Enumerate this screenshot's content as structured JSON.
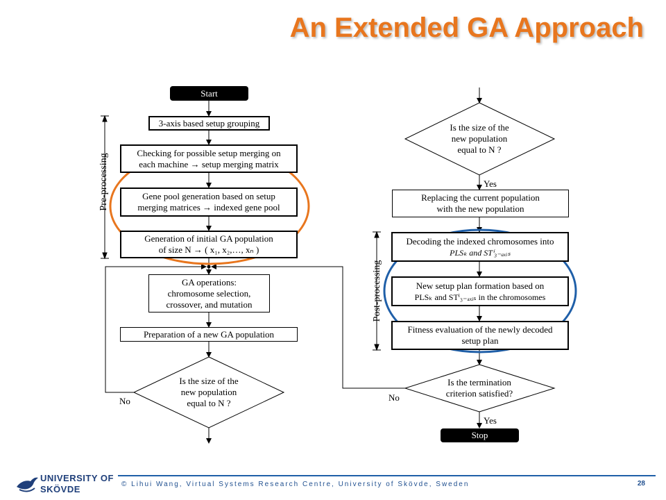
{
  "slide": {
    "title": "An Extended GA Approach",
    "footer": "© Lihui Wang, Virtual Systems Research Centre, University of Skövde, Sweden",
    "page_number": "28",
    "logo": {
      "line1": "UNIVERSITY OF",
      "line2": "SKÖVDE"
    }
  },
  "left": {
    "start": "Start",
    "grouping": "3-axis based setup grouping",
    "merging": [
      "Checking for possible setup merging on",
      "each machine → setup merging matrix"
    ],
    "genepool": [
      "Gene pool generation based on setup",
      "merging matrices → indexed gene pool"
    ],
    "initpop": [
      "Generation of initial GA population",
      "of size N → ( x₁, x₂,…, xₙ )"
    ],
    "ga_ops": [
      "GA operations:",
      "chromosome selection,",
      "crossover, and mutation"
    ],
    "prep": "Preparation of a new GA population",
    "decision": [
      "Is the size of the",
      "new population",
      "equal to N ?"
    ],
    "no_label": "No",
    "preprocessing": "Pre-processing"
  },
  "right": {
    "decision1": [
      "Is the size of the",
      "new population",
      "equal to N ?"
    ],
    "yes1": "Yes",
    "replace": [
      "Replacing the current population",
      "with the new population"
    ],
    "decode": [
      "Decoding the indexed chromosomes into",
      "PLSₖ and STⁱ₃₋ₐₓᵢₛ"
    ],
    "newplan": [
      "New setup plan formation based on",
      "PLSₖ and STⁱ₃₋ₐₓᵢₛ in the chromosomes"
    ],
    "fitness": [
      "Fitness evaluation of the newly decoded",
      "setup plan"
    ],
    "decision2": [
      "Is the termination",
      "criterion satisfied?"
    ],
    "no_label": "No",
    "yes2": "Yes",
    "stop": "Stop",
    "postprocessing": "Post-processing"
  },
  "colors": {
    "title": "#e8761e",
    "orange_ellipse": "#e8761e",
    "blue_ellipse": "#1f5fa8",
    "footer": "#1f4f8f"
  }
}
